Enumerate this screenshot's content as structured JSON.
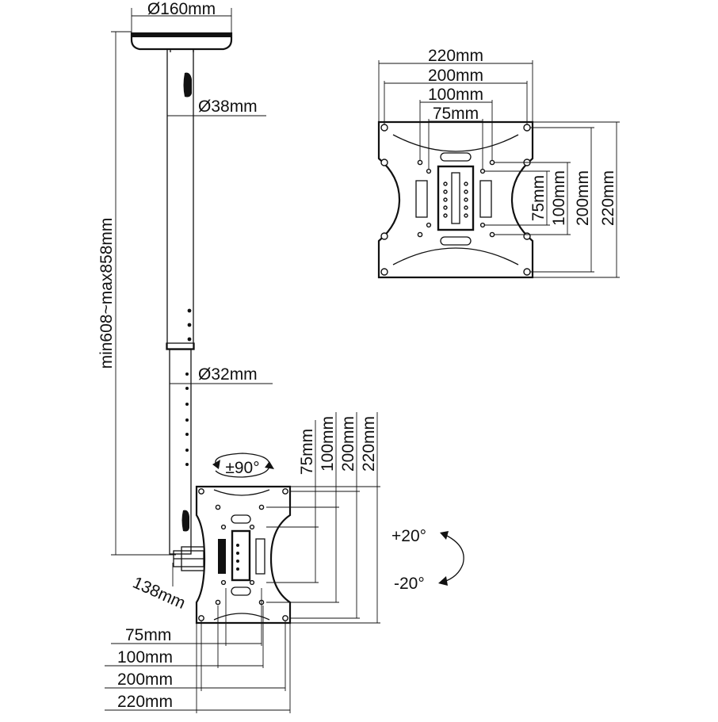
{
  "diagram": {
    "colors": {
      "line": "#111111",
      "background": "#ffffff"
    },
    "pole": {
      "base_diameter": "Ø160mm",
      "upper_tube_diameter": "Ø38mm",
      "lower_tube_diameter": "Ø32mm",
      "height_range": "min608~max858mm",
      "arm_offset": "138mm",
      "swivel": "±90°"
    },
    "tilt": {
      "up": "+20°",
      "down": "-20°"
    },
    "front_plate": {
      "horizontal": [
        "220mm",
        "200mm",
        "100mm",
        "75mm"
      ],
      "vertical": [
        "75mm",
        "100mm",
        "200mm",
        "220mm"
      ]
    },
    "side_plate": {
      "horizontal": [
        "75mm",
        "100mm",
        "200mm",
        "220mm"
      ],
      "vertical": [
        "75mm",
        "100mm",
        "200mm",
        "220mm"
      ]
    }
  }
}
